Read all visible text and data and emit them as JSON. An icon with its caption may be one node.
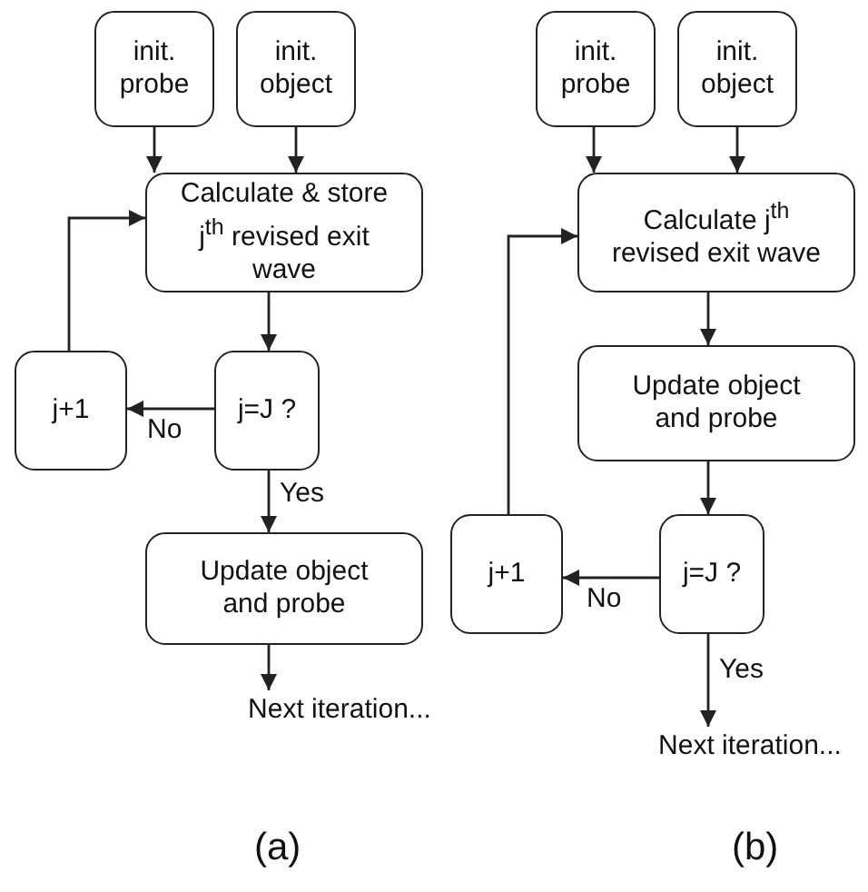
{
  "diagram": {
    "nodes": [
      {
        "text": [
          "init. probe"
        ]
      },
      {
        "text": [
          "init. object"
        ]
      },
      {
        "text": [
          "Calculate & store j$^{th}$ revised exit wave"
        ]
      },
      {
        "text": [
          "j+1"
        ]
      },
      {
        "text": [
          "j=J ?"
        ]
      },
      {
        "text": [
          "Update object and probe"
        ]
      },
      {
        "text": [
          "Next iteration..."
        ]
      },
      {
        "text": [
          "init. probe"
        ]
      },
      {
        "text": [
          "init. object"
        ]
      },
      {
        "text": [
          "Calculate j$^{th}$ revised exit wave"
        ]
      },
      {
        "text": [
          "Update object and probe"
        ]
      },
      {
        "text": [
          "j+1"
        ]
      },
      {
        "text": [
          "j=J ?"
        ]
      },
      {
        "text": [
          "Next iteration..."
        ]
      }
    ],
    "edges": [
      {
        "from": 0,
        "to": 2,
        "arrow": "to"
      },
      {
        "from": 1,
        "to": 2,
        "arrow": "to"
      },
      {
        "from": 2,
        "to": 4,
        "arrow": "to"
      },
      {
        "from": 4,
        "to": 3,
        "arrow": "to",
        "label": "No"
      },
      {
        "from": 3,
        "to": 2,
        "arrow": "to"
      },
      {
        "from": 4,
        "to": 5,
        "arrow": "to",
        "label": "Yes"
      },
      {
        "from": 5,
        "to": 6,
        "arrow": "to"
      },
      {
        "from": 7,
        "to": 9,
        "arrow": "to"
      },
      {
        "from": 8,
        "to": 9,
        "arrow": "to"
      },
      {
        "from": 9,
        "to": 10,
        "arrow": "to"
      },
      {
        "from": 10,
        "to": 12,
        "arrow": "to"
      },
      {
        "from": 12,
        "to": 11,
        "arrow": "to",
        "label": "No"
      },
      {
        "from": 11,
        "to": 9,
        "arrow": "to"
      },
      {
        "from": 12,
        "to": 13,
        "arrow": "to",
        "label": "Yes"
      }
    ],
    "labels": [
      "(a)",
      "(b)"
    ]
  }
}
